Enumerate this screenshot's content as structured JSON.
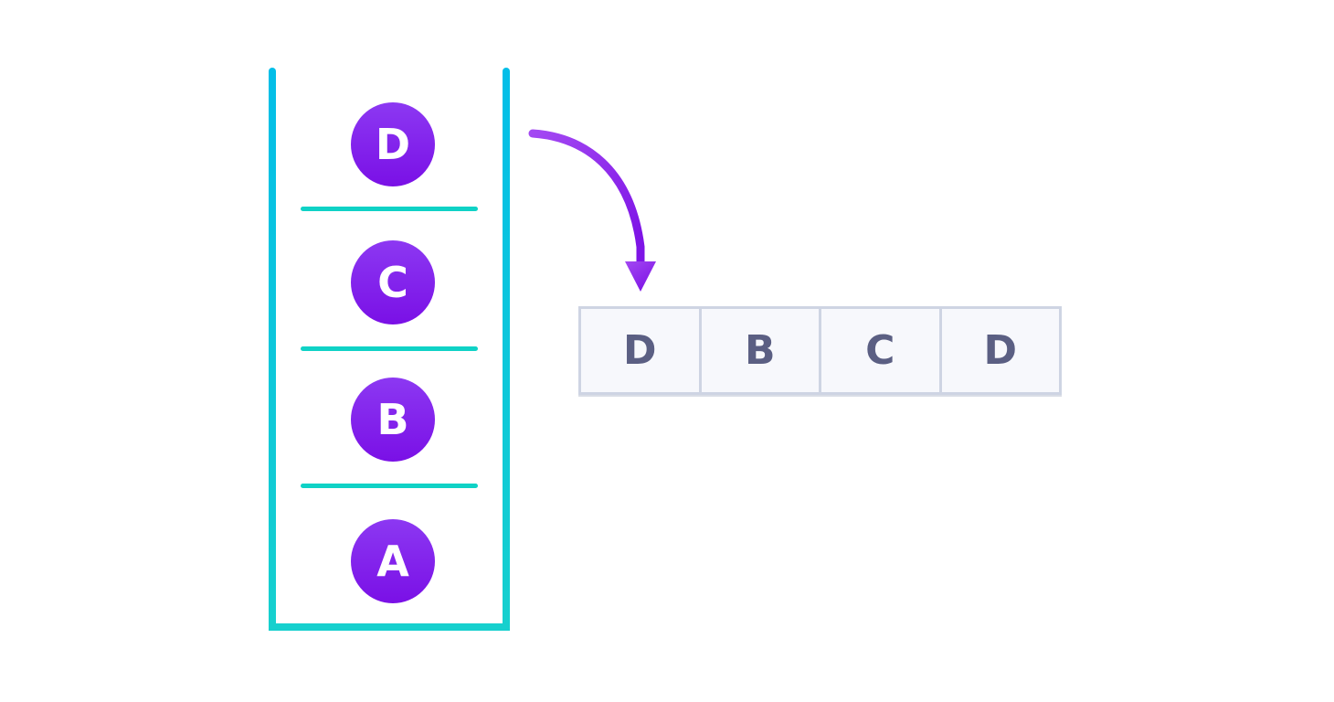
{
  "stack": {
    "items": [
      {
        "label": "D"
      },
      {
        "label": "C"
      },
      {
        "label": "B"
      },
      {
        "label": "A"
      }
    ]
  },
  "output_array": {
    "cells": [
      {
        "label": "D"
      },
      {
        "label": "B"
      },
      {
        "label": "C"
      },
      {
        "label": "D"
      }
    ]
  },
  "icons": {
    "pop_arrow": "curved-arrow-down"
  },
  "colors": {
    "wall_cyan_top": "#03BEE8",
    "wall_cyan_bottom": "#16D0CE",
    "divider_teal": "#0FD2C6",
    "item_purple_light": "#8C38F2",
    "item_purple_dark": "#7A10E6",
    "arrow_purple_start": "#A348F2",
    "arrow_purple_end": "#7E14E6",
    "item_text": "#FFFFFF",
    "cell_background": "#F7F8FC",
    "cell_border": "#CED4E3",
    "cell_text": "#5B5F83",
    "page_background": "#FFFFFF"
  }
}
